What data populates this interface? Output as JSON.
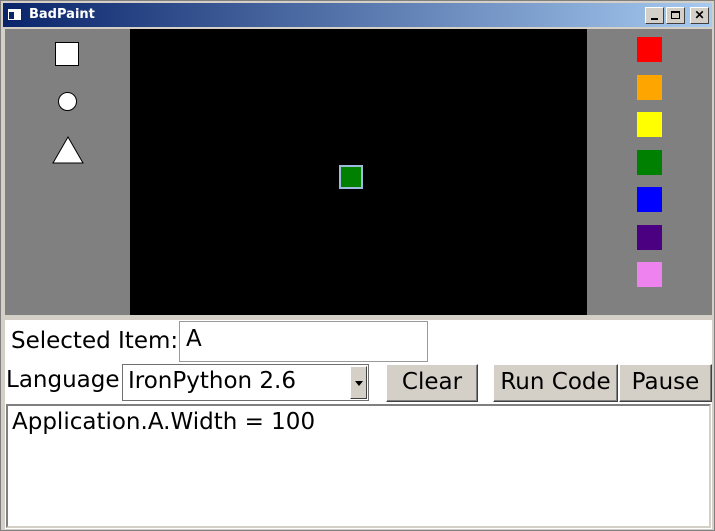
{
  "window": {
    "title": "BadPaint"
  },
  "tools": [
    {
      "name": "square-tool-icon"
    },
    {
      "name": "circle-tool-icon"
    },
    {
      "name": "triangle-tool-icon"
    }
  ],
  "canvas": {
    "items": [
      {
        "color": "#008000"
      }
    ]
  },
  "palette": [
    {
      "name": "red",
      "color": "#ff0000"
    },
    {
      "name": "orange",
      "color": "#ffa500"
    },
    {
      "name": "yellow",
      "color": "#ffff00"
    },
    {
      "name": "green",
      "color": "#008000"
    },
    {
      "name": "blue",
      "color": "#0000ff"
    },
    {
      "name": "indigo",
      "color": "#4b0082"
    },
    {
      "name": "violet",
      "color": "#ee82ee"
    }
  ],
  "selected": {
    "label": "Selected Item:",
    "value": "A"
  },
  "language": {
    "label": "Language:",
    "value": "IronPython 2.6"
  },
  "buttons": {
    "clear": "Clear",
    "run": "Run Code",
    "pause": "Pause"
  },
  "code": "Application.A.Width = 100"
}
